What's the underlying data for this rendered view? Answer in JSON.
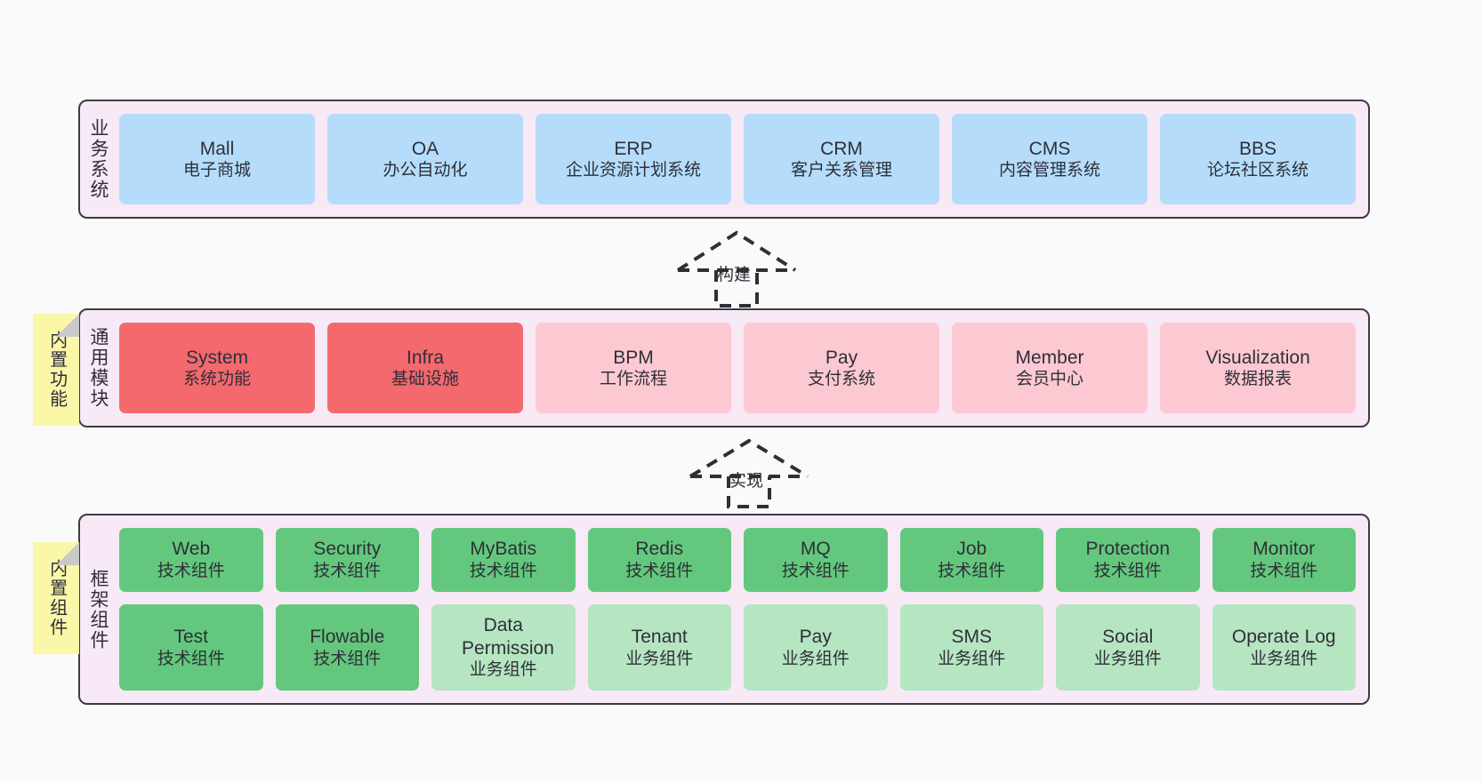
{
  "diagram": {
    "title": "",
    "background": "#fafafa",
    "band_fill": "#f7e9f5",
    "band_border": "#3b3b44"
  },
  "notes": [
    {
      "text": "内置功能"
    },
    {
      "text": "内置组件"
    }
  ],
  "connectors": [
    {
      "label": "构建",
      "style": "dashed-hollow-arrow-up"
    },
    {
      "label": "实现",
      "style": "dashed-hollow-arrow-up"
    }
  ],
  "bands": [
    {
      "label": "业务系统",
      "rows": [
        {
          "cells": [
            {
              "t1": "Mall",
              "t2": "电子商城",
              "color": "#b5ddfb"
            },
            {
              "t1": "OA",
              "t2": "办公自动化",
              "color": "#b5ddfb"
            },
            {
              "t1": "ERP",
              "t2": "企业资源计划系统",
              "color": "#b5ddfb"
            },
            {
              "t1": "CRM",
              "t2": "客户关系管理",
              "color": "#b5ddfb"
            },
            {
              "t1": "CMS",
              "t2": "内容管理系统",
              "color": "#b5ddfb"
            },
            {
              "t1": "BBS",
              "t2": "论坛社区系统",
              "color": "#b5ddfb"
            }
          ]
        }
      ]
    },
    {
      "label": "通用模块",
      "rows": [
        {
          "cells": [
            {
              "t1": "System",
              "t2": "系统功能",
              "color": "#f4696e"
            },
            {
              "t1": "Infra",
              "t2": "基础设施",
              "color": "#f4696e"
            },
            {
              "t1": "BPM",
              "t2": "工作流程",
              "color": "#fcc9d3"
            },
            {
              "t1": "Pay",
              "t2": "支付系统",
              "color": "#fcc9d3"
            },
            {
              "t1": "Member",
              "t2": "会员中心",
              "color": "#fcc9d3"
            },
            {
              "t1": "Visualization",
              "t2": "数据报表",
              "color": "#fcc9d3"
            }
          ]
        }
      ]
    },
    {
      "label": "框架组件",
      "rows": [
        {
          "cells": [
            {
              "t1": "Web",
              "t2": "技术组件",
              "color": "#63c87d"
            },
            {
              "t1": "Security",
              "t2": "技术组件",
              "color": "#63c87d"
            },
            {
              "t1": "MyBatis",
              "t2": "技术组件",
              "color": "#63c87d"
            },
            {
              "t1": "Redis",
              "t2": "技术组件",
              "color": "#63c87d"
            },
            {
              "t1": "MQ",
              "t2": "技术组件",
              "color": "#63c87d"
            },
            {
              "t1": "Job",
              "t2": "技术组件",
              "color": "#63c87d"
            },
            {
              "t1": "Protection",
              "t2": "技术组件",
              "color": "#63c87d"
            },
            {
              "t1": "Monitor",
              "t2": "技术组件",
              "color": "#63c87d"
            }
          ]
        },
        {
          "cells": [
            {
              "t1": "Test",
              "t2": "技术组件",
              "color": "#63c87d"
            },
            {
              "t1": "Flowable",
              "t2": "技术组件",
              "color": "#63c87d"
            },
            {
              "t1": "Data Permission",
              "t2": "业务组件",
              "color": "#b6e5c2"
            },
            {
              "t1": "Tenant",
              "t2": "业务组件",
              "color": "#b6e5c2"
            },
            {
              "t1": "Pay",
              "t2": "业务组件",
              "color": "#b6e5c2"
            },
            {
              "t1": "SMS",
              "t2": "业务组件",
              "color": "#b6e5c2"
            },
            {
              "t1": "Social",
              "t2": "业务组件",
              "color": "#b6e5c2"
            },
            {
              "t1": "Operate Log",
              "t2": "业务组件",
              "color": "#b6e5c2"
            }
          ]
        }
      ]
    }
  ]
}
